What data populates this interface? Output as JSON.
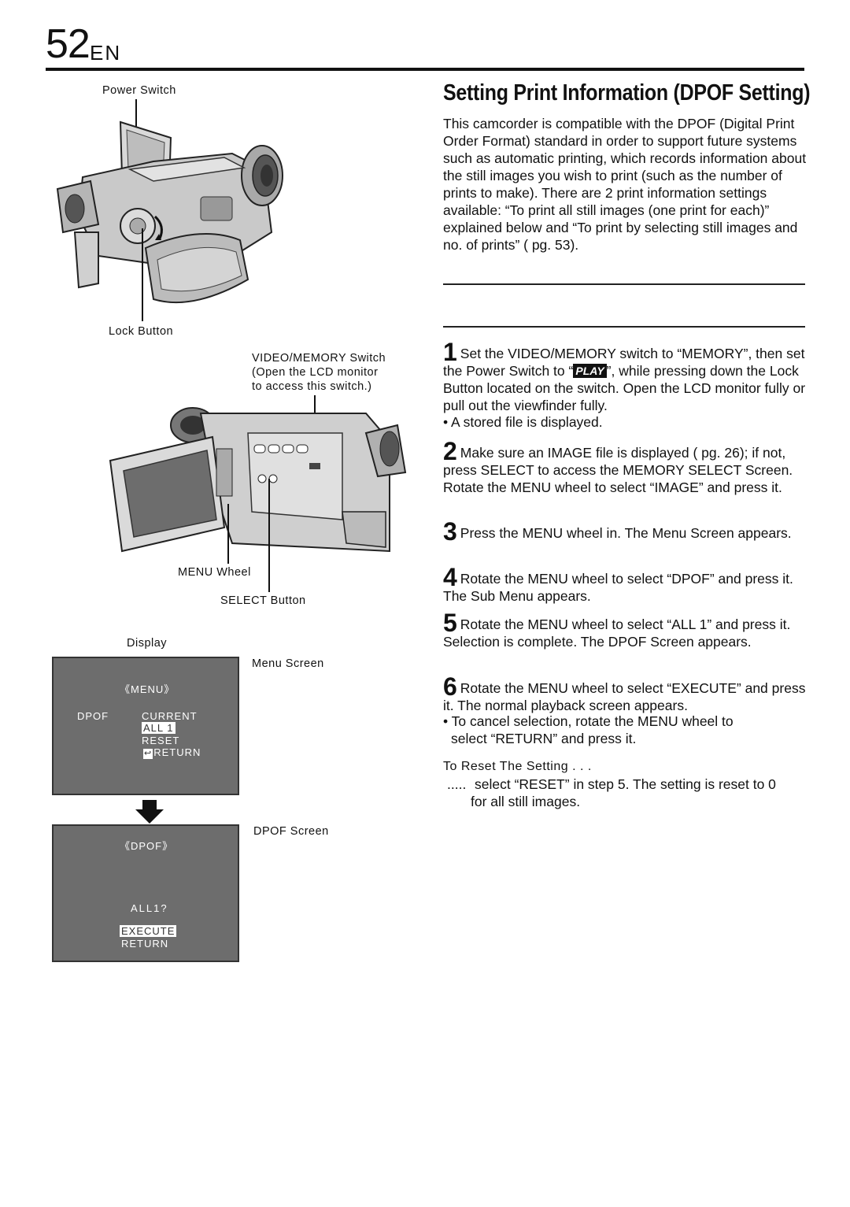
{
  "header": {
    "page_number": "52",
    "lang": "EN"
  },
  "title": "Setting Print Information (DPOF Setting)",
  "intro": "This camcorder is compatible with the DPOF (Digital Print Order Format) standard in order to support future systems such as automatic printing, which records information about the still images you wish to print (such as the number of prints to make). There are 2 print information settings available: “To print all still images (one print for each)” explained below and “To print by selecting still images and no. of prints” (    pg. 53).",
  "steps": [
    {
      "num": "1",
      "text_a": "Set the VIDEO/MEMORY switch to “MEMORY”, then set the Power Switch to “",
      "badge": "PLAY",
      "text_b": "”, while pressing down the Lock Button located on the switch. Open the LCD monitor fully or pull out the viewfinder fully."
    },
    {
      "num": "2",
      "text": "Make sure an IMAGE file is displayed (     pg. 26); if not, press SELECT to access the MEMORY SELECT Screen. Rotate the MENU wheel to select “IMAGE” and press it."
    },
    {
      "num": "3",
      "text": "Press the MENU wheel in. The Menu Screen appears."
    },
    {
      "num": "4",
      "text": "Rotate the MENU wheel to select “DPOF” and press it. The Sub Menu appears."
    },
    {
      "num": "5",
      "text": "Rotate the MENU wheel to select “ALL 1” and press it. Selection is complete. The DPOF Screen appears."
    },
    {
      "num": "6",
      "text": "Rotate the MENU wheel to select “EXECUTE” and press it. The normal playback screen appears."
    }
  ],
  "bullets": {
    "stored": "• A stored file is displayed.",
    "cancel_a": "• To cancel selection, rotate the MENU wheel to",
    "cancel_b": "select “RETURN” and press it."
  },
  "reset": {
    "heading": "To Reset The Setting . . .",
    "dots": ".....",
    "line1": "select “RESET” in step 5. The setting is reset to 0",
    "line2": "for all still images."
  },
  "labels": {
    "power_switch": "Power Switch",
    "lock_button": "Lock Button",
    "video_memory_1": "VIDEO/MEMORY Switch",
    "video_memory_2": "(Open the LCD monitor",
    "video_memory_3": "to access this switch.)",
    "menu_wheel": "MENU Wheel",
    "select_button": "SELECT Button",
    "display": "Display",
    "menu_screen": "Menu Screen",
    "dpof_screen": "DPOF Screen"
  },
  "menu_screen": {
    "header": "《MENU》",
    "item": "DPOF",
    "current": "CURRENT",
    "all1": "ALL 1",
    "reset": "RESET",
    "return": "RETURN"
  },
  "dpof_screen": {
    "header": "《DPOF》",
    "question": "ALL1?",
    "execute": "EXECUTE",
    "return": "RETURN"
  }
}
